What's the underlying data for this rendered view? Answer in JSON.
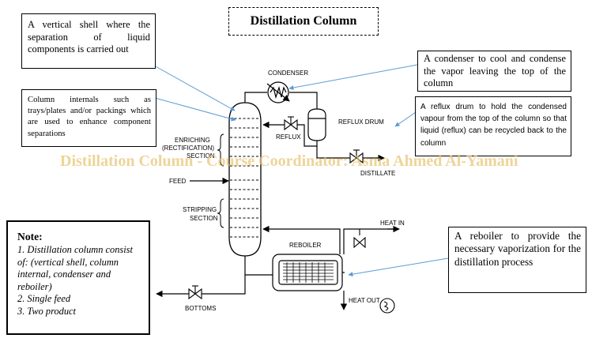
{
  "title": "Distillation Column",
  "watermark": "Distillation Column - Course Coordinator: Asma Ahmed Al-Yamani",
  "descriptions": {
    "shell": "A vertical shell where the separation of liquid components is carried out",
    "internals": "Column internals such as trays/plates and/or packings which are used to enhance component separations",
    "condenser": "A condenser to cool and condense the vapor leaving the top of the column",
    "reflux_drum": "A reflux drum to hold the condensed vapour from the top of the column so that liquid (reflux) can be recycled back to the column",
    "reboiler": "A reboiler to provide the necessary vaporization for the distillation process"
  },
  "note": {
    "title": "Note:",
    "items": [
      "1. Distillation column consist of: (vertical shell, column internal, condenser and reboiler)",
      "2.  Single feed",
      "3. Two product"
    ]
  },
  "labels": {
    "condenser": "CONDENSER",
    "reflux_drum": "REFLUX DRUM",
    "reflux": "REFLUX",
    "enriching_1": "ENRICHING",
    "enriching_2": "(RECTIFICATION)",
    "enriching_3": "SECTION",
    "feed": "FEED",
    "distillate": "DISTILLATE",
    "stripping_1": "STRIPPING",
    "stripping_2": "SECTION",
    "reboiler": "REBOILER",
    "heat_in": "HEAT IN",
    "heat_out": "HEAT OUT",
    "bottoms": "BOTTOMS"
  },
  "colors": {
    "leader_line": "#5b9bd5",
    "watermark": "#e8c470",
    "ink": "#000000"
  }
}
